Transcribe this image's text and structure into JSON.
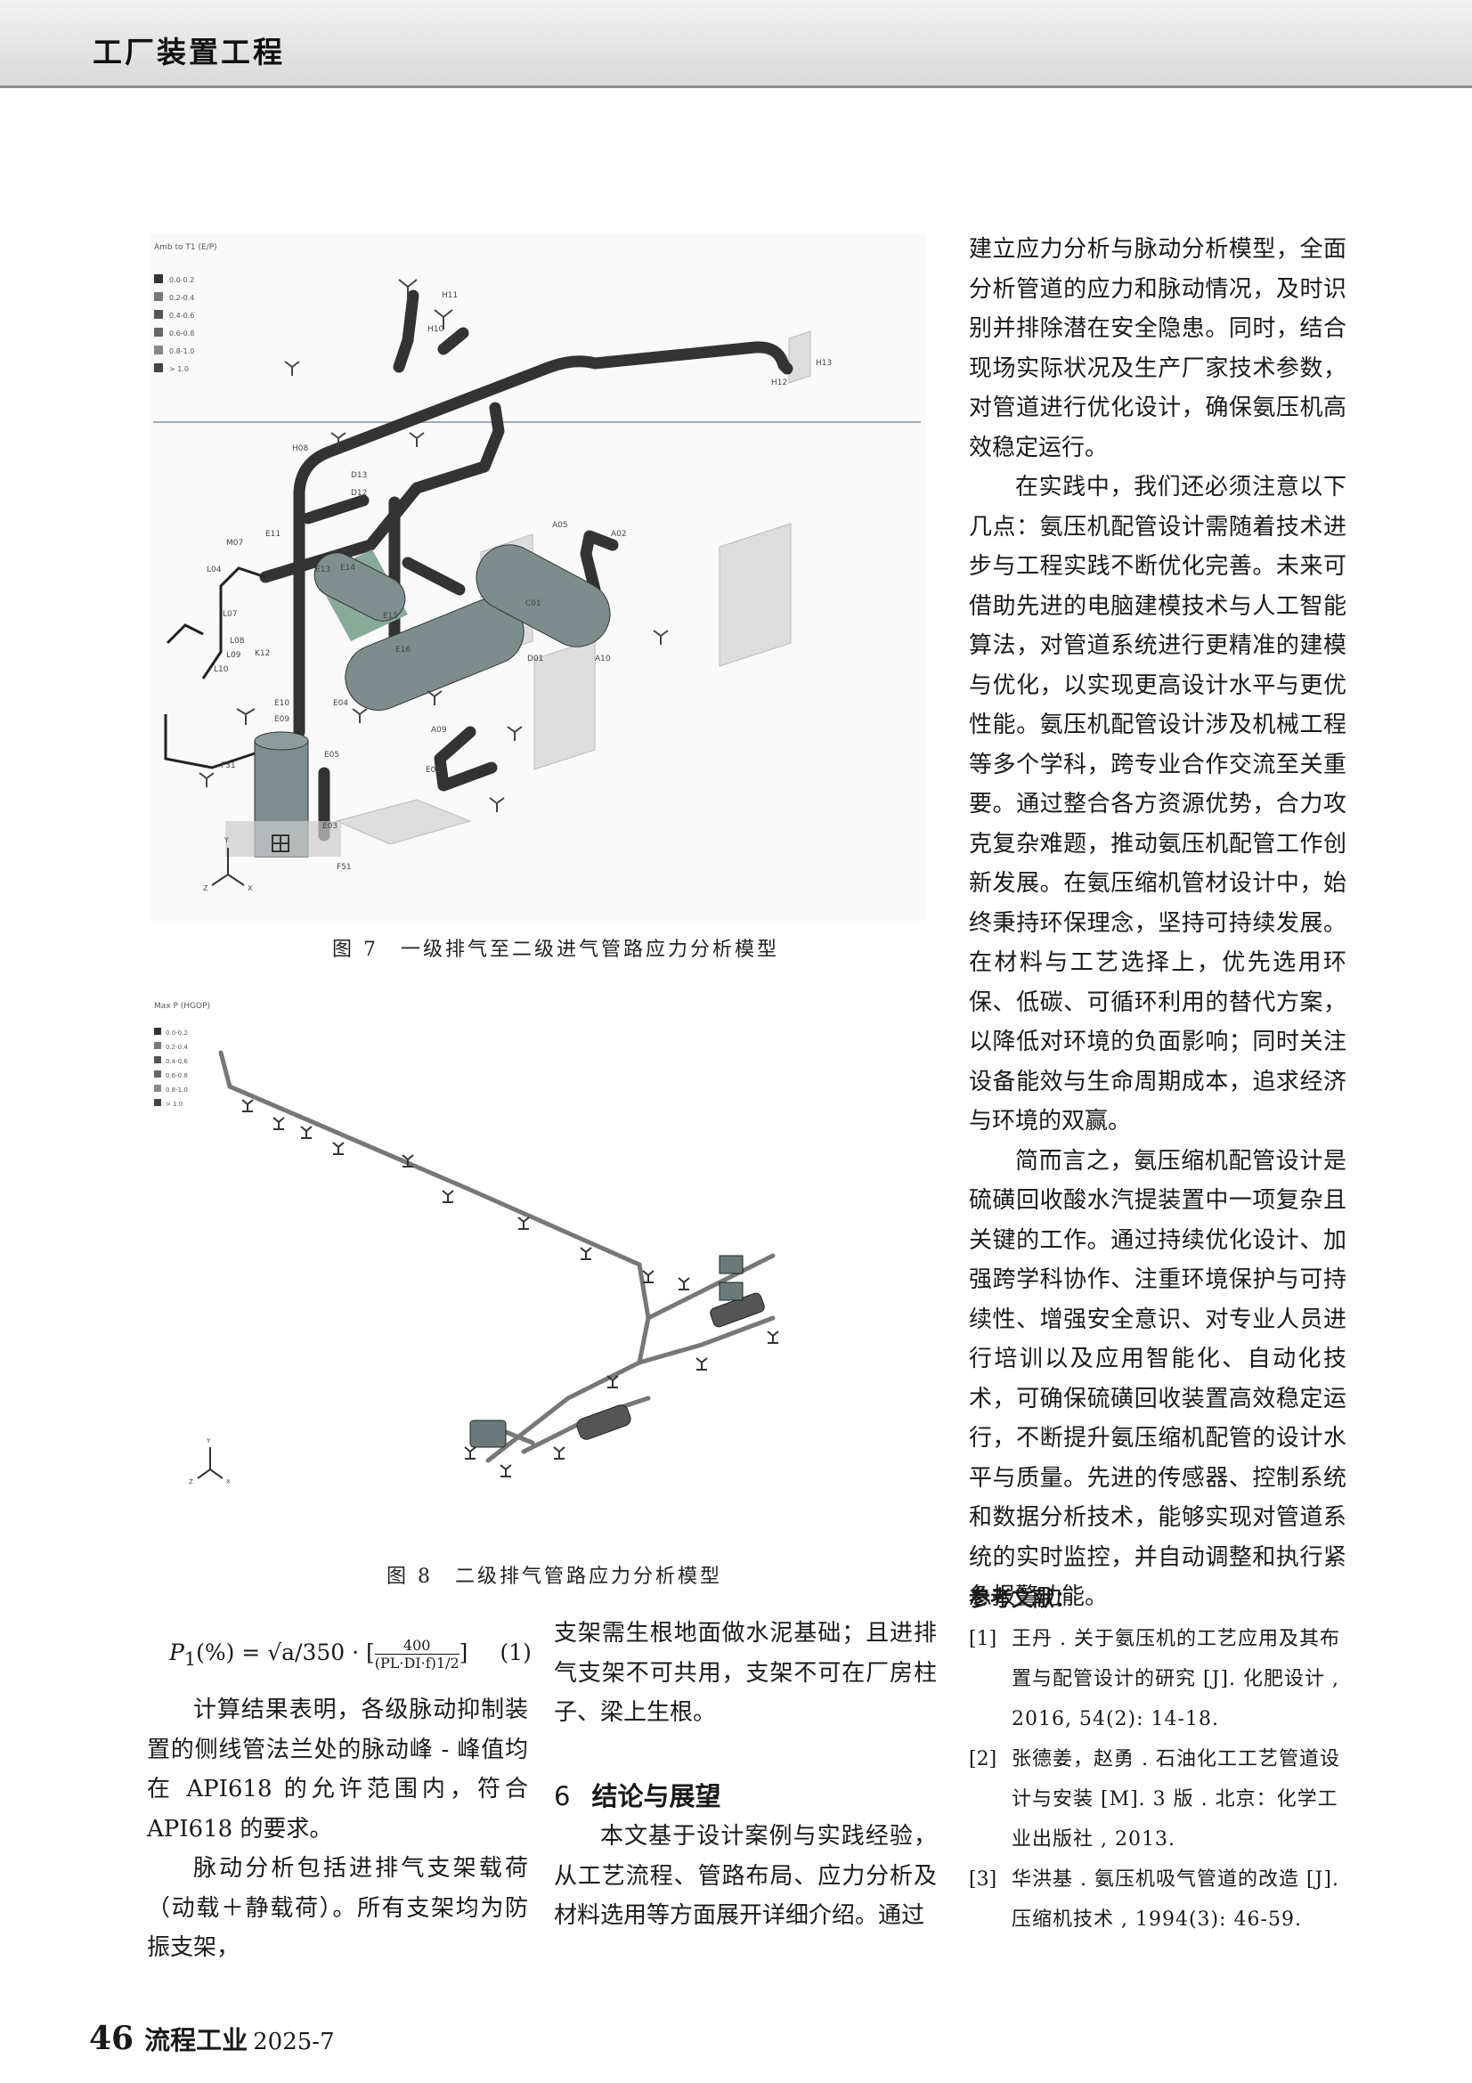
{
  "header": {
    "title": "工厂装置工程"
  },
  "figure7": {
    "legend_title": "Amb to T1 (E/P)",
    "legend_items": [
      "0.0-0.2",
      "0.2-0.4",
      "0.4-0.6",
      "0.6-0.8",
      "0.8-1.0",
      "> 1.0"
    ],
    "labels": [
      "H11",
      "H10",
      "H13",
      "H12",
      "H08",
      "D13",
      "D12",
      "E11",
      "E13",
      "E14",
      "E15",
      "E16",
      "E10",
      "E09",
      "E05",
      "E04",
      "E03",
      "E01",
      "A05",
      "A02",
      "A09",
      "A10",
      "D01",
      "C01",
      "M07",
      "L04",
      "L07",
      "L08",
      "L09",
      "L10",
      "K12",
      "F51",
      "F31"
    ],
    "caption": "图 7　一级排气至二级进气管路应力分析模型"
  },
  "figure8": {
    "legend_title": "Max P (HGOP)",
    "legend_items": [
      "0.0-0.2",
      "0.2-0.4",
      "0.4-0.6",
      "0.6-0.8",
      "0.8-1.0",
      "> 1.0"
    ],
    "caption": "图 8　二级排气管路应力分析模型"
  },
  "formula": {
    "lhs": "P",
    "lhs_sub": "1",
    "lhs_rest": "(%) = √a/350 · [",
    "frac_num": "400",
    "frac_den": "(PL·DI·f)1/2",
    "close": "]",
    "eqno": "(1)"
  },
  "left_col": [
    "计算结果表明，各级脉动抑制装置的侧线管法兰处的脉动峰 - 峰值均在 API618 的允许范围内，符合 API618 的要求。",
    "脉动分析包括进排气支架载荷（动载＋静载荷）。所有支架均为防振支架，"
  ],
  "mid_col_top": "支架需生根地面做水泥基础；且进排气支架不可共用，支架不可在厂房柱子、梁上生根。",
  "section6": {
    "num": "6",
    "title": "结论与展望"
  },
  "mid_col_bottom": "本文基于设计案例与实践经验，从工艺流程、管路布局、应力分析及材料选用等方面展开详细介绍。通过",
  "right_col": [
    "建立应力分析与脉动分析模型，全面分析管道的应力和脉动情况，及时识别并排除潜在安全隐患。同时，结合现场实际状况及生产厂家技术参数，对管道进行优化设计，确保氨压机高效稳定运行。",
    "在实践中，我们还必须注意以下几点：氨压机配管设计需随着技术进步与工程实践不断优化完善。未来可借助先进的电脑建模技术与人工智能算法，对管道系统进行更精准的建模与优化，以实现更高设计水平与更优性能。氨压机配管设计涉及机械工程等多个学科，跨专业合作交流至关重要。通过整合各方资源优势，合力攻克复杂难题，推动氨压机配管工作创新发展。在氨压缩机管材设计中，始终秉持环保理念，坚持可持续发展。在材料与工艺选择上，优先选用环保、低碳、可循环利用的替代方案，以降低对环境的负面影响；同时关注设备能效与生命周期成本，追求经济与环境的双赢。",
    "简而言之，氨压缩机配管设计是硫磺回收酸水汽提装置中一项复杂且关键的工作。通过持续优化设计、加强跨学科协作、注重环境保护与可持续性、增强安全意识、对专业人员进行培训以及应用智能化、自动化技术，可确保硫磺回收装置高效稳定运行，不断提升氨压缩机配管的设计水平与质量。先进的传感器、控制系统和数据分析技术，能够实现对管道系统的实时监控，并自动调整和执行紧急报警功能。"
  ],
  "references": {
    "heading": "参考文献：",
    "items": [
      {
        "n": "[1]",
        "text": "王丹 . 关于氨压机的工艺应用及其布置与配管设计的研究 [J]. 化肥设计 , 2016, 54(2): 14-18."
      },
      {
        "n": "[2]",
        "text": "张德姜，赵勇 . 石油化工工艺管道设计与安装 [M]. 3 版 . 北京：化学工业出版社 , 2013."
      },
      {
        "n": "[3]",
        "text": "华洪基 . 氨压机吸气管道的改造 [J]. 压缩机技术 , 1994(3): 46-59."
      }
    ]
  },
  "footer": {
    "page": "46",
    "journal": "流程工业",
    "date": "2025-7"
  },
  "axis_labels": {
    "y": "Y",
    "x": "X",
    "z": "Z"
  }
}
